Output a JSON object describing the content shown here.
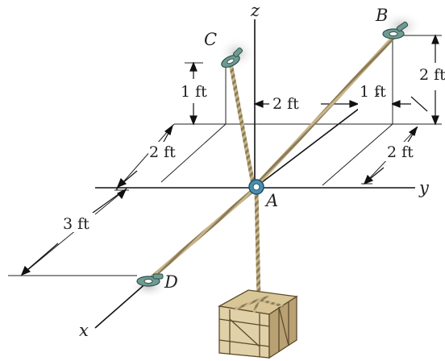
{
  "axes": {
    "x": "x",
    "y": "y",
    "z": "z"
  },
  "points": {
    "A": "A",
    "B": "B",
    "C": "C",
    "D": "D"
  },
  "dimensions": {
    "c_height": "1 ft",
    "b_height": "2 ft",
    "mid_width": "2 ft",
    "right_offset": "1 ft",
    "left_depth": "2 ft",
    "right_depth": "2 ft",
    "lower_depth": "3 ft"
  },
  "colors": {
    "cable": "#b8a57c",
    "ring": "#4a8fb0",
    "eyebolt": "#6e9b92",
    "crate_light": "#e1d1a8",
    "crate_dark": "#b9a174",
    "crate_edge": "#5d4a2c",
    "shadow": "#d9d9d9"
  }
}
